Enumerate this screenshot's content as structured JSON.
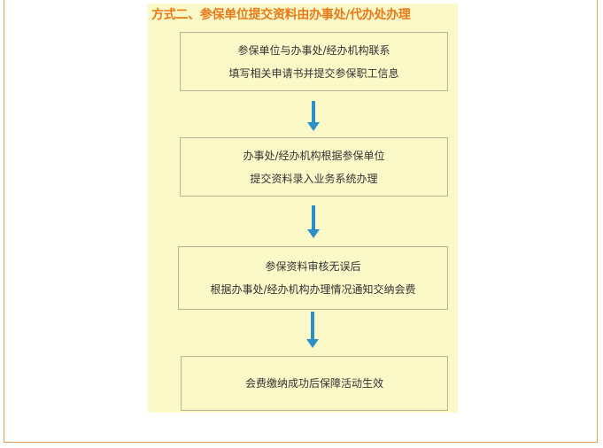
{
  "title": "方式二、参保单位提交资料由办事处/代办处办理",
  "steps": [
    {
      "line1": "参保单位与办事处/经办机构联系",
      "line2": "填写相关申请书并提交参保职工信息"
    },
    {
      "line1": "办事处/经办机构根据参保单位",
      "line2": "提交资料录入业务系统办理"
    },
    {
      "line1": "参保资料审核无误后",
      "line2": "根据办事处/经办机构办理情况通知交纳会费"
    },
    {
      "line1": "会费缴纳成功后保障活动生效"
    }
  ],
  "colors": {
    "title": "#e87a1a",
    "panel_background": "#fbf9c8",
    "arrow": "#2e8fc8",
    "frame_border": "#e8a060"
  },
  "icons": [
    "arrow-down-icon",
    "arrow-down-icon",
    "arrow-down-icon"
  ]
}
